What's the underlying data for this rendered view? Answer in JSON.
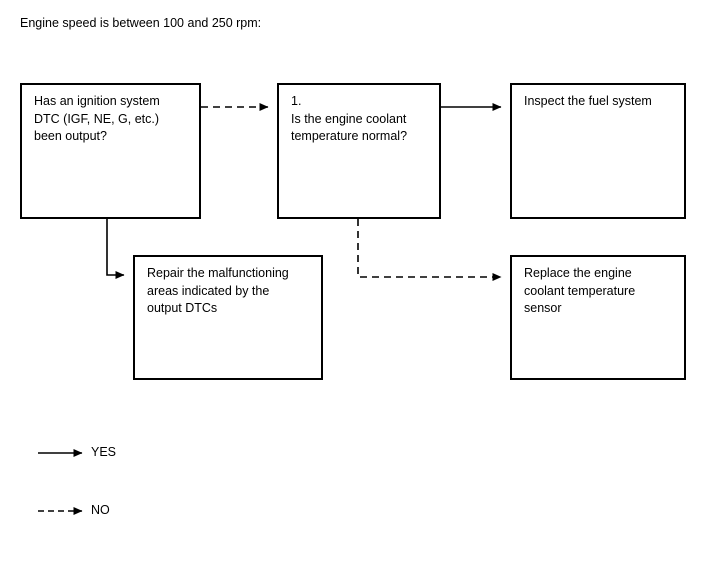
{
  "heading": "Engine speed is between 100 and 250 rpm:",
  "nodes": {
    "ignition_dtc": "Has an ignition system\nDTC (IGF, NE, G, etc.)\nbeen output?",
    "coolant_temp": "1.\nIs the engine coolant\ntemperature normal?",
    "inspect_fuel": "Inspect the fuel system",
    "repair_dtc": "Repair the malfunctioning\nareas indicated by the\noutput DTCs",
    "replace_sensor": "Replace the engine\ncoolant temperature\nsensor"
  },
  "legend": {
    "yes_label": "YES",
    "no_label": "NO",
    "yes_style": "solid-arrow",
    "no_style": "dashed-arrow"
  },
  "edges": [
    {
      "id": "ignition-to-coolant",
      "from": "ignition_dtc",
      "to": "coolant_temp",
      "answer": "NO",
      "style": "dashed"
    },
    {
      "id": "ignition-to-repair",
      "from": "ignition_dtc",
      "to": "repair_dtc",
      "answer": "YES",
      "style": "solid"
    },
    {
      "id": "coolant-to-inspect",
      "from": "coolant_temp",
      "to": "inspect_fuel",
      "answer": "YES",
      "style": "solid"
    },
    {
      "id": "coolant-to-replace",
      "from": "coolant_temp",
      "to": "replace_sensor",
      "answer": "NO",
      "style": "dashed"
    }
  ],
  "colors": {
    "line": "#000000",
    "box_border": "#000000",
    "background": "#ffffff",
    "text": "#000000"
  }
}
